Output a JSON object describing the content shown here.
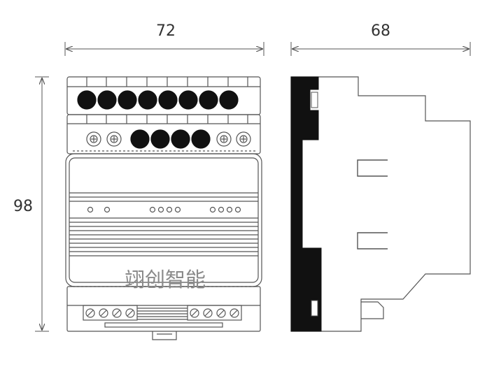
{
  "dimensions": {
    "width": "72",
    "depth": "68",
    "height": "98"
  },
  "watermark": "翊创智能",
  "colors": {
    "line": "#555555",
    "dark": "#111111",
    "text": "#333333",
    "watermark": "#8a8a8a"
  }
}
